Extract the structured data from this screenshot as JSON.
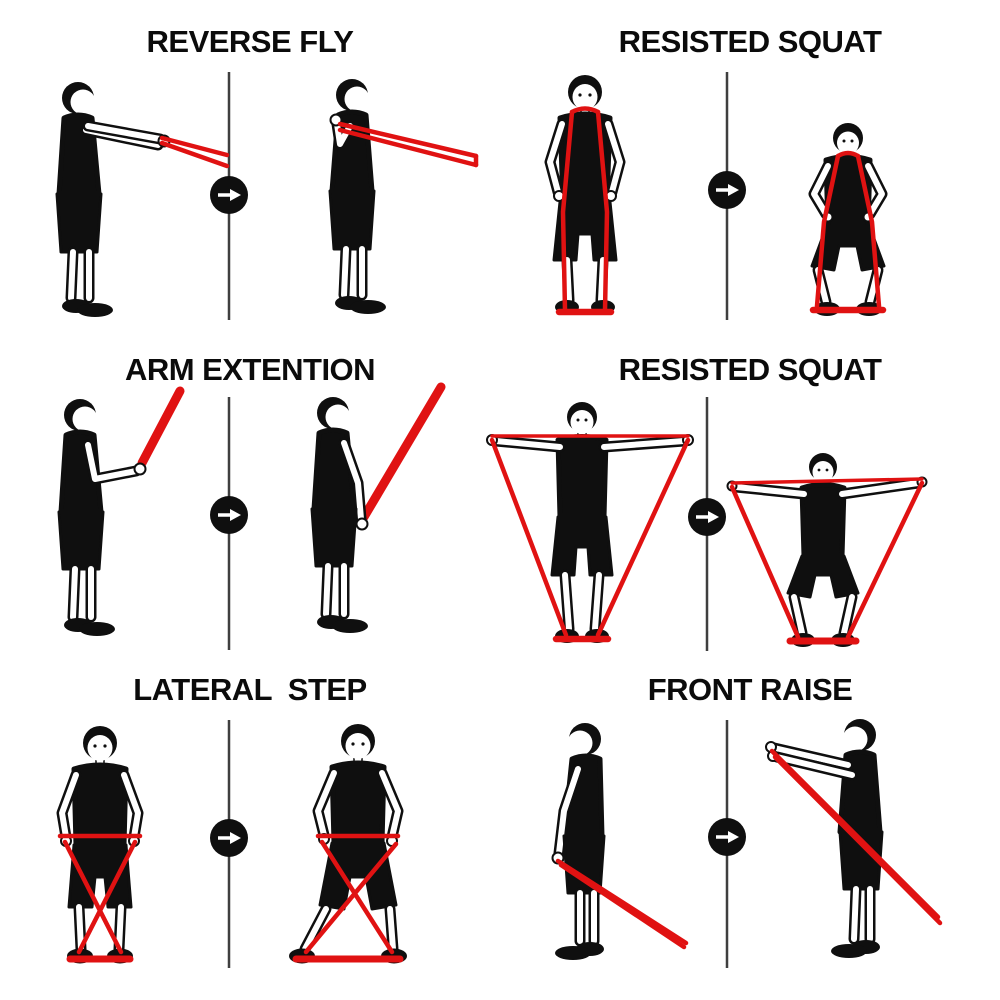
{
  "guide": {
    "panels": [
      {
        "id": "reverse-fly",
        "title": "REVERSE FLY"
      },
      {
        "id": "resisted-squat-1",
        "title": "RESISTED SQUAT"
      },
      {
        "id": "arm-extention",
        "title": "ARM EXTENTION"
      },
      {
        "id": "resisted-squat-2",
        "title": "RESISTED SQUAT"
      },
      {
        "id": "lateral-step",
        "title": "LATERAL  STEP"
      },
      {
        "id": "front-raise",
        "title": "FRONT RAISE"
      }
    ],
    "transition_icon": "right-arrow-in-black-circle",
    "colors": {
      "background": "#ffffff",
      "band_red": "#e01212",
      "figure_black": "#0f0f0f",
      "divider_gray": "#3f3f3f",
      "arrow_circle_fill": "#0f0f0f",
      "arrow_glyph": "#ffffff",
      "title_text": "#0b0b0b"
    }
  }
}
